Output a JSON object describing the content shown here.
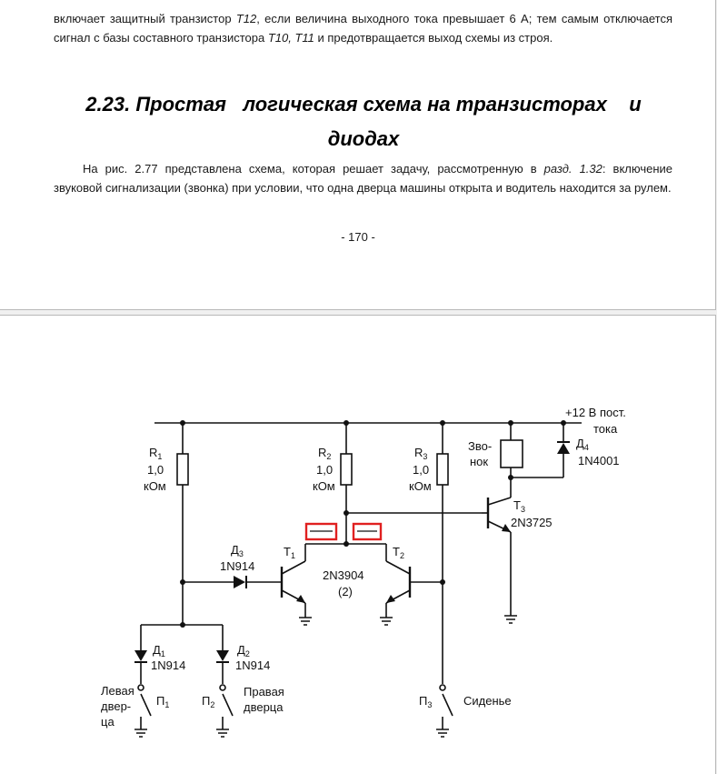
{
  "page1": {
    "top_para": {
      "a": "включает защитный транзистор ",
      "b": "T12",
      "c": ", если величина выходного тока превышает 6 А; тем самым отключается сигнал с базы составного транзистора ",
      "d": "T10, T11",
      "e": " и предотвращается выход схемы из строя."
    },
    "heading": {
      "line1": "2.23. Простая   логическая схема на транзисторах    и",
      "line2": "диодах"
    },
    "body_para": {
      "a": "На рис. 2.77 представлена схема, которая решает задачу, рассмотренную в ",
      "b": "разд. 1.32",
      "c": ": включение звуковой сигнализации (звонка) при условии, что одна дверца машины открыта и водитель находится за рулем."
    },
    "page_number": "- 170 -"
  },
  "schematic": {
    "supply": "+12 В пост.",
    "supply2": "тока",
    "R1": {
      "name": "R",
      "sub": "1",
      "value": "1,0",
      "unit": "кОм"
    },
    "R2": {
      "name": "R",
      "sub": "2",
      "value": "1,0",
      "unit": "кОм"
    },
    "R3": {
      "name": "R",
      "sub": "3",
      "value": "1,0",
      "unit": "кОм"
    },
    "bell": {
      "line1": "Зво-",
      "line2": "нок"
    },
    "D4": {
      "name": "Д",
      "sub": "4",
      "part": "1N4001"
    },
    "T3": {
      "name": "T",
      "sub": "3",
      "part": "2N3725"
    },
    "D3": {
      "name": "Д",
      "sub": "3",
      "part": "1N914"
    },
    "T1": {
      "name": "T",
      "sub": "1"
    },
    "T2": {
      "name": "T",
      "sub": "2"
    },
    "T12_part": "2N3904",
    "T12_count": "(2)",
    "D1": {
      "name": "Д",
      "sub": "1",
      "part": "1N914"
    },
    "D2": {
      "name": "Д",
      "sub": "2",
      "part": "1N914"
    },
    "S1": {
      "name": "П",
      "sub": "1",
      "label1": "Левая",
      "label2": "двер-",
      "label3": "ца"
    },
    "S2": {
      "name": "П",
      "sub": "2",
      "label1": "Правая",
      "label2": "дверца"
    },
    "S3": {
      "name": "П",
      "sub": "3",
      "label": "Сиденье"
    },
    "highlight_color": "#e02020"
  }
}
